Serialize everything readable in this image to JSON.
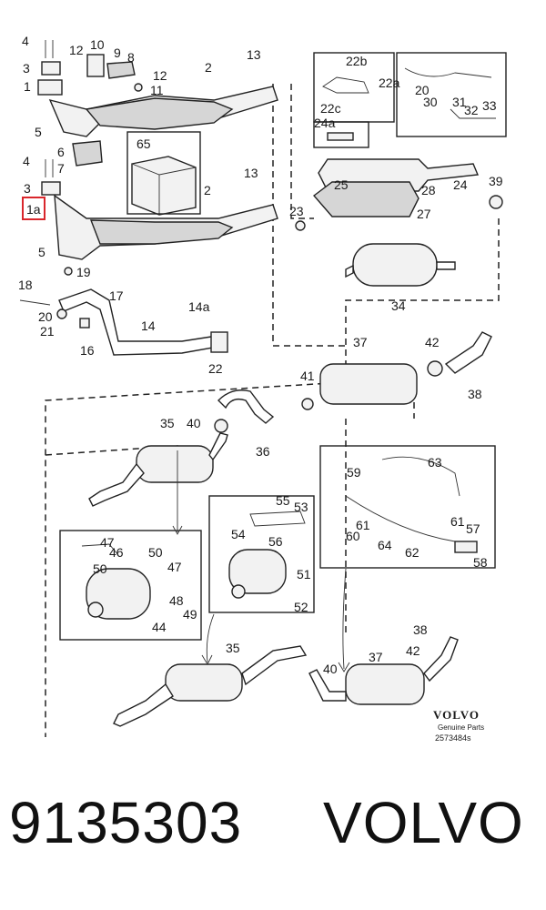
{
  "diagram": {
    "callouts": [
      "4",
      "12",
      "10",
      "9",
      "8",
      "3",
      "12",
      "11",
      "13",
      "2",
      "1",
      "5",
      "65",
      "6",
      "7",
      "4",
      "3",
      "13",
      "1a",
      "2",
      "5",
      "18",
      "19",
      "17",
      "20",
      "21",
      "16",
      "14",
      "14a",
      "22",
      "23",
      "22b",
      "22a",
      "22c",
      "20",
      "30",
      "31",
      "32",
      "33",
      "24a",
      "25",
      "28",
      "24",
      "27",
      "39",
      "34",
      "37",
      "42",
      "38",
      "41",
      "40",
      "35",
      "36",
      "59",
      "63",
      "55",
      "53",
      "54",
      "56",
      "51",
      "52",
      "61",
      "60",
      "64",
      "62",
      "61",
      "57",
      "58",
      "47",
      "46",
      "50",
      "47",
      "50",
      "48",
      "49",
      "44",
      "38",
      "35",
      "37",
      "42",
      "40"
    ],
    "highlighted_callout": "1a",
    "logo_brand": "VOLVO",
    "logo_sub": "Genuine Parts",
    "diagram_number": "2573484s"
  },
  "footer": {
    "part_number": "9135303",
    "brand": "VOLVO"
  },
  "colors": {
    "highlight_box": "#d9262c",
    "line": "#222222"
  }
}
